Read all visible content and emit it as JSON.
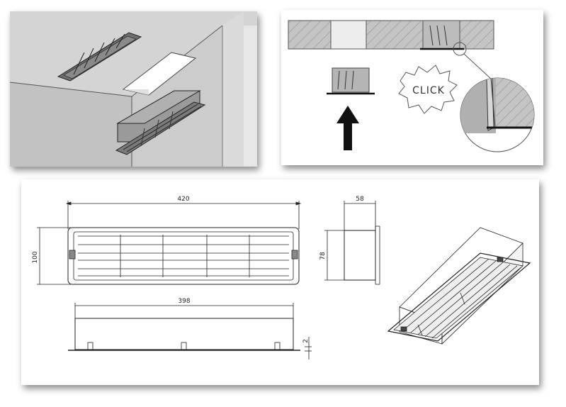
{
  "install_step": {
    "callout_text": "CLICK"
  },
  "dimensions": {
    "front_width": "420",
    "front_height": "100",
    "side_depth": "58",
    "side_height": "78",
    "bottom_width": "398",
    "flange_thickness": "2"
  },
  "colors": {
    "wall_gray": "#cfcfcf",
    "ceiling_gray": "#bdbdbd",
    "hatch_gray": "#b8b8b8",
    "line_dark": "#222222"
  }
}
